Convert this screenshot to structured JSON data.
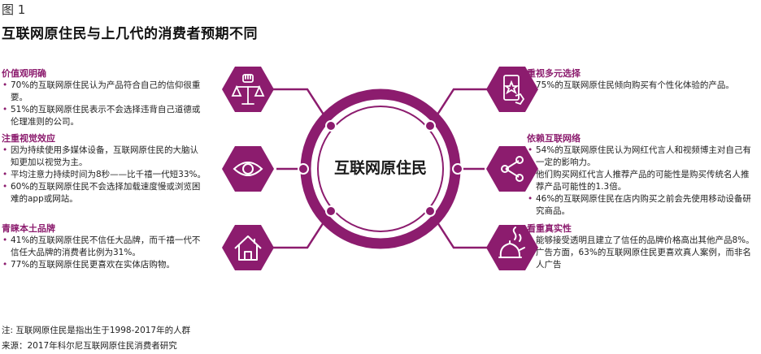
{
  "figure_label": "图 1",
  "title": "互联网原住民与上几代的消费者预期不同",
  "center_label": "互联网原住民",
  "colors": {
    "accent": "#8c1c6e",
    "ring": "#8c1c6e",
    "icon": "#ffffff"
  },
  "left": [
    {
      "heading": "价值观明确",
      "icon": "fist-scales-icon",
      "bullets": [
        "70%的互联网原住民认为产品符合自己的信仰很重要。",
        "51%的互联网原住民表示不会选择违背自己道德或伦理准则的公司。"
      ]
    },
    {
      "heading": "注重视觉效应",
      "icon": "eye-icon",
      "bullets": [
        "因为持续使用多媒体设备，互联网原住民的大脑认知更加以视觉为主。",
        "平均注意力持续时间为8秒——比千禧一代短33%。",
        "60%的互联网原住民不会选择加载速度慢或浏览困难的app或网站。"
      ]
    },
    {
      "heading": "青睐本土品牌",
      "icon": "home-icon",
      "bullets": [
        "41%的互联网原住民不信任大品牌，而千禧一代不信任大品牌的消费者比例为31%。",
        "77%的互联网原住民更喜欢在实体店购物。"
      ]
    }
  ],
  "right": [
    {
      "heading": "重视多元选择",
      "icon": "phone-star-icon",
      "bullets": [
        "75%的互联网原住民倾向购买有个性化体验的产品。"
      ]
    },
    {
      "heading": "依赖互联网络",
      "icon": "share-network-icon",
      "bullets": [
        "54%的互联网原住民认为网红代言人和视频博主对自己有一定的影响力。",
        "他们购买网红代言人推荐产品的可能性是购买传统名人推荐产品可能性的1.3倍。",
        "46%的互联网原住民在店内购买之前会先使用移动设备研究商品。"
      ]
    },
    {
      "heading": "看重真实性",
      "icon": "teapot-steam-icon",
      "bullets": [
        "能够接受透明且建立了信任的品牌价格高出其他产品8%。",
        "广告方面，63%的互联网原住民更喜欢真人案例，而非名人广告"
      ]
    }
  ],
  "footnotes": {
    "note": "注: 互联网原住民是指出生于1998-2017年的人群",
    "source": "来源：2017年科尔尼互联网原住民消费者研究"
  }
}
